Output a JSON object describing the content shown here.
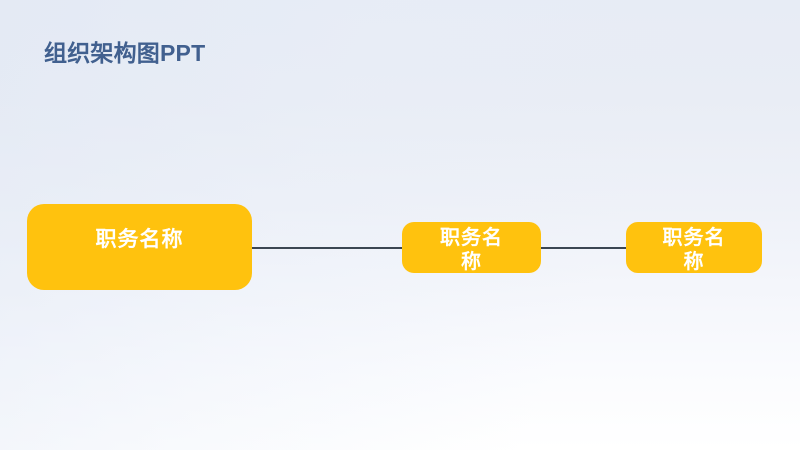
{
  "slide": {
    "title": "组织架构图PPT",
    "title_color": "#41608f",
    "background_top_color": "#e7ecf5",
    "background_bottom_color": "#ffffff"
  },
  "diagram": {
    "node_fill_color": "#ffc20e",
    "node_text_color": "#ffffff",
    "connector_color": "#3b4652",
    "nodes": [
      {
        "id": "node-1",
        "label": "职务名称",
        "level": 1
      },
      {
        "id": "node-2",
        "label": "职务名称",
        "level": 2
      },
      {
        "id": "node-3",
        "label": "职务名称",
        "level": 3
      }
    ],
    "connectors": [
      {
        "id": "connector-1",
        "from": "node-1",
        "to": "node-2"
      },
      {
        "id": "connector-2",
        "from": "node-2",
        "to": "node-3"
      }
    ]
  }
}
